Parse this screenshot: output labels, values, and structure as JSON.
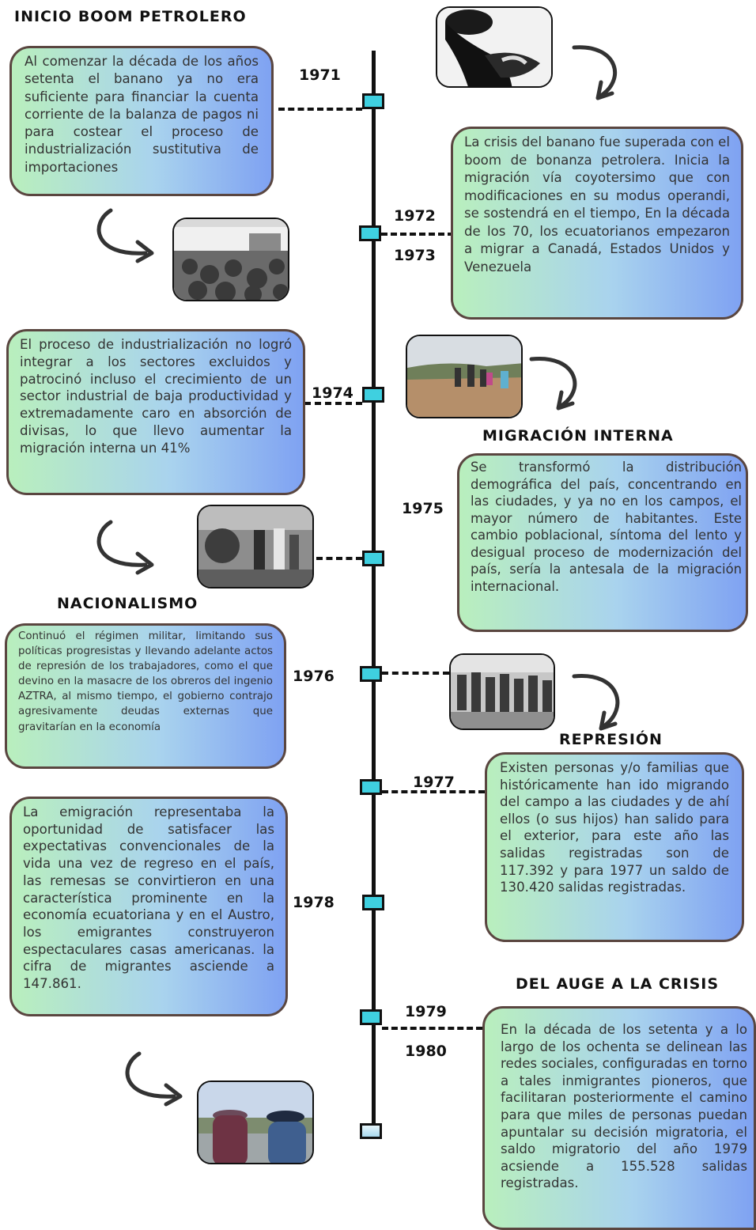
{
  "headings": {
    "boom": "INICIO BOOM PETROLERO",
    "interna": "MIGRACIÓN INTERNA",
    "nacionalismo": "NACIONALISMO",
    "represion": "REPRESIÓN",
    "auge": "DEL AUGE A LA CRISIS"
  },
  "years": {
    "y1971": "1971",
    "y1972": "1972",
    "y1973": "1973",
    "y1974": "1974",
    "y1975": "1975",
    "y1976": "1976",
    "y1977": "1977",
    "y1978": "1978",
    "y1979": "1979",
    "y1980": "1980"
  },
  "boxes": {
    "banano": "Al comenzar la década de los años setenta el banano ya no era suficiente para financiar la cuenta corriente de la balanza de pagos ni para costear el proceso de industrialización sustitutiva de importaciones",
    "crisis": "La crisis del banano fue superada con el boom de bonanza petrolera. Inicia la migración vía coyotersimo que con modificaciones en su modus operandi, se sostendrá en el tiempo, En la década de los 70, los ecuatorianos empezaron a migrar a Canadá, Estados Unidos y Venezuela",
    "industrializacion": "El proceso de industrialización no logró integrar a los sectores excluidos y patrocinó incluso el crecimiento de un sector industrial de baja productividad y extremadamente caro en absorción de divisas, lo que llevo aumentar la migración interna un 41%",
    "distribucion": "Se transformó la distribución demográfica del país, concentrando en las ciudades, y ya no en los campos, el mayor número de habitantes. Este cambio poblacional, síntoma del lento y desigual proceso de modernización del país, sería la antesala de la migración internacional.",
    "regimen": "Continuó el régimen militar, limitando sus políticas progresistas y llevando adelante actos de represión de los trabajadores, como el que devino en la masacre de los obreros del ingenio AZTRA, al mismo tiempo, el gobierno contrajo agresivamente deudas externas que gravitarían en la economía",
    "familias": "Existen personas y/o familias que históricamente han ido migrando del campo a las ciudades y de ahí ellos (o sus hijos) han salido para el exterior, para este año las salidas registradas son de 117.392 y para 1977 un saldo de 130.420 salidas registradas.",
    "emigracion": "La emigración representaba la oportunidad de satisfacer las expectativas convencionales de la vida una vez de regreso en el país, las remesas se convirtieron en una característica prominente en la economía ecuatoriana y en el Austro, los emigrantes construyeron espectaculares casas americanas. la cifra de migrantes asciende a 147.861.",
    "redes": "En la década de los setenta y a lo largo de los ochenta se delinean las redes sociales, configuradas en torno a tales inmigrantes pioneros, que facilitaran posteriormente el camino para que miles de personas puedan apuntalar su decisión migratoria, el saldo migratorio del año 1979 acsiende a 155.528 salidas registradas."
  },
  "colors": {
    "node": "#3fd0e0",
    "line": "#111111",
    "box_border": "#5a4640",
    "box_gradient": [
      "#b9efbd",
      "#a9d3ee",
      "#7fa2f2"
    ]
  }
}
